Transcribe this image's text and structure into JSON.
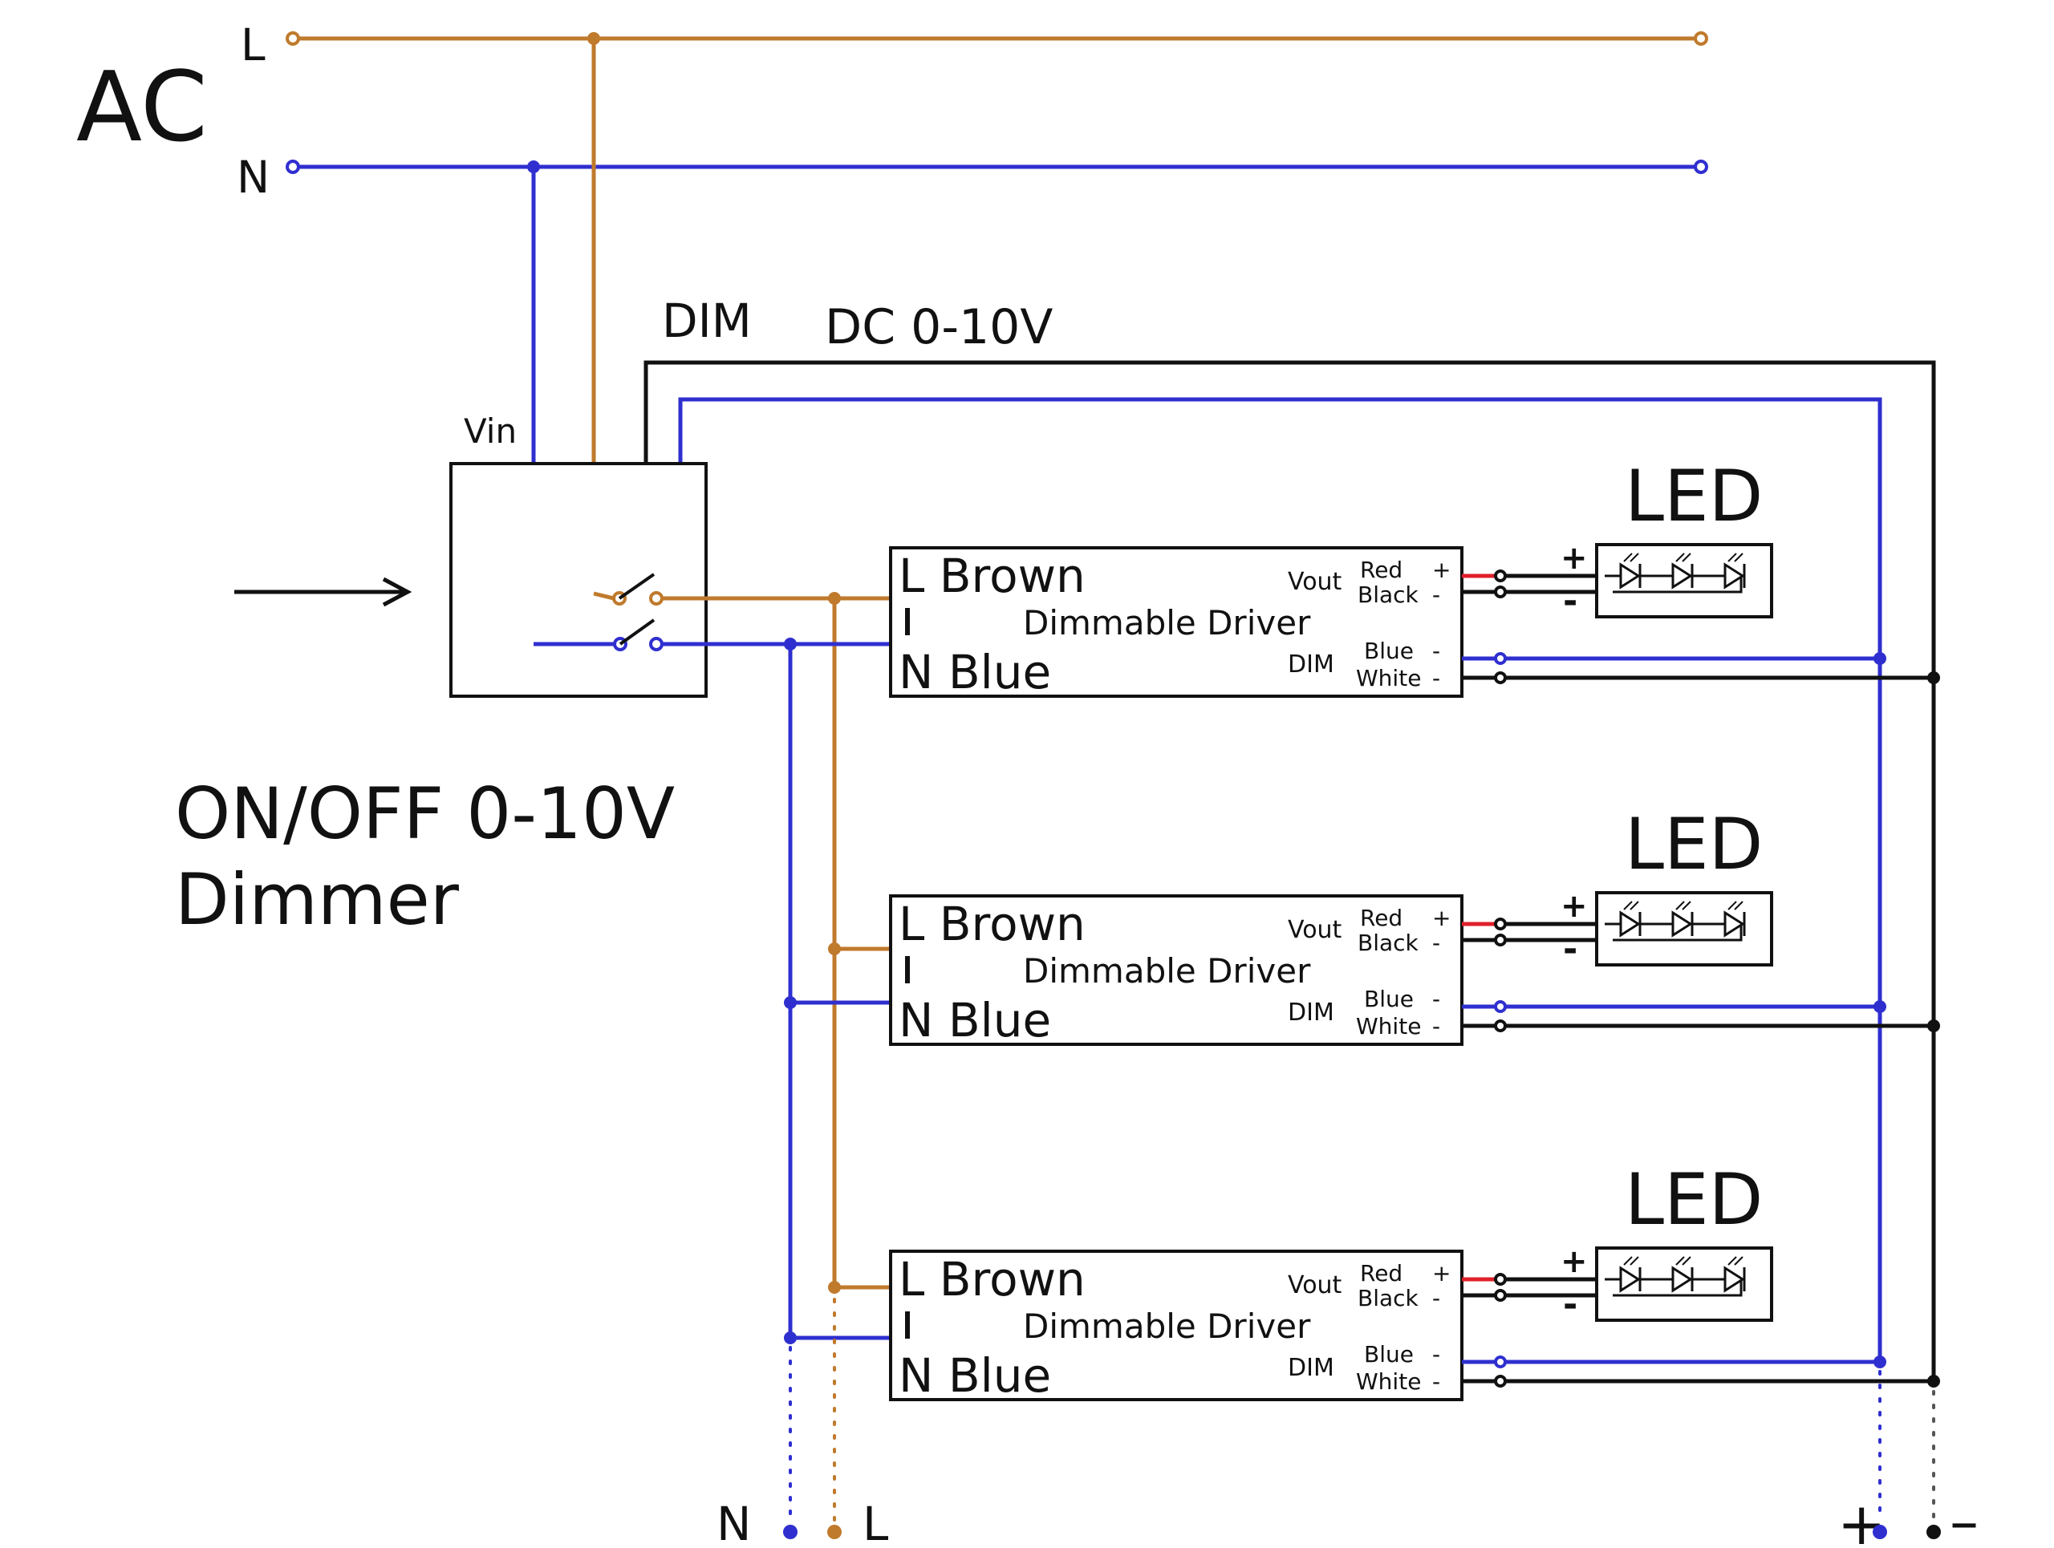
{
  "ac": {
    "title": "AC",
    "line_label": "L",
    "neutral_label": "N"
  },
  "dim_label": "DIM",
  "dc_label": "DC 0-10V",
  "dimmer": {
    "vin_label": "Vin",
    "title_line1": "ON/OFF 0-10V",
    "title_line2": "Dimmer"
  },
  "drivers": [
    {
      "l_label": "L Brown",
      "n_label": "N Blue",
      "name": "Dimmable Driver",
      "vout_label": "Vout",
      "red_label": "Red",
      "black_label": "Black",
      "dim_label": "DIM",
      "blue_label": "Blue",
      "white_label": "White",
      "plus": "+",
      "minus": "-"
    },
    {
      "l_label": "L Brown",
      "n_label": "N Blue",
      "name": "Dimmable Driver",
      "vout_label": "Vout",
      "red_label": "Red",
      "black_label": "Black",
      "dim_label": "DIM",
      "blue_label": "Blue",
      "white_label": "White",
      "plus": "+",
      "minus": "-"
    },
    {
      "l_label": "L Brown",
      "n_label": "N Blue",
      "name": "Dimmable Driver",
      "vout_label": "Vout",
      "red_label": "Red",
      "black_label": "Black",
      "dim_label": "DIM",
      "blue_label": "Blue",
      "white_label": "White",
      "plus": "+",
      "minus": "-"
    }
  ],
  "leds": [
    {
      "label": "LED",
      "plus": "+",
      "minus": "-"
    },
    {
      "label": "LED",
      "plus": "+",
      "minus": "-"
    },
    {
      "label": "LED",
      "plus": "+",
      "minus": "-"
    }
  ],
  "bottom": {
    "n_label": "N",
    "l_label": "L",
    "plus_label": "+",
    "minus_label": "–"
  },
  "colors": {
    "line": "#c07a2c",
    "neutral": "#2f2fd0",
    "dim": "#111111",
    "led_plus": "#e0202a"
  }
}
